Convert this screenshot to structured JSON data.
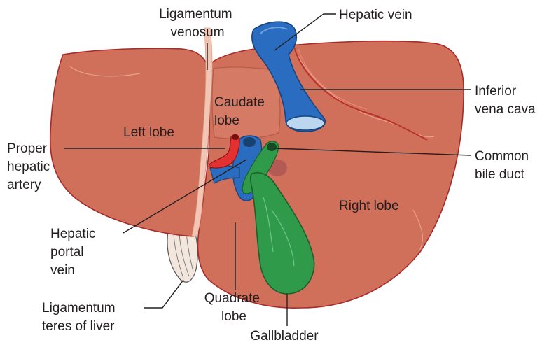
{
  "colors": {
    "liver": "#d1705a",
    "liver_outline": "#a82a2a",
    "ligament": "#f1c6b4",
    "vein": "#2a6cc0",
    "artery": "#e33030",
    "bile": "#2f9a4a",
    "text": "#231f20"
  },
  "labels": {
    "ligamentum_venosum": [
      "Ligamentum",
      "venosum"
    ],
    "hepatic_vein": "Hepatic vein",
    "inferior_vena_cava": [
      "Inferior",
      "vena cava"
    ],
    "caudate_lobe": [
      "Caudate",
      "lobe"
    ],
    "left_lobe": "Left lobe",
    "proper_hepatic_artery": [
      "Proper",
      "hepatic",
      "artery"
    ],
    "common_bile_duct": [
      "Common",
      "bile duct"
    ],
    "right_lobe": "Right lobe",
    "hepatic_portal_vein": [
      "Hepatic",
      "portal",
      "vein"
    ],
    "quadrate_lobe": [
      "Quadrate",
      "lobe"
    ],
    "ligamentum_teres": [
      "Ligamentum",
      "teres of liver"
    ],
    "gallbladder": "Gallbladder"
  }
}
